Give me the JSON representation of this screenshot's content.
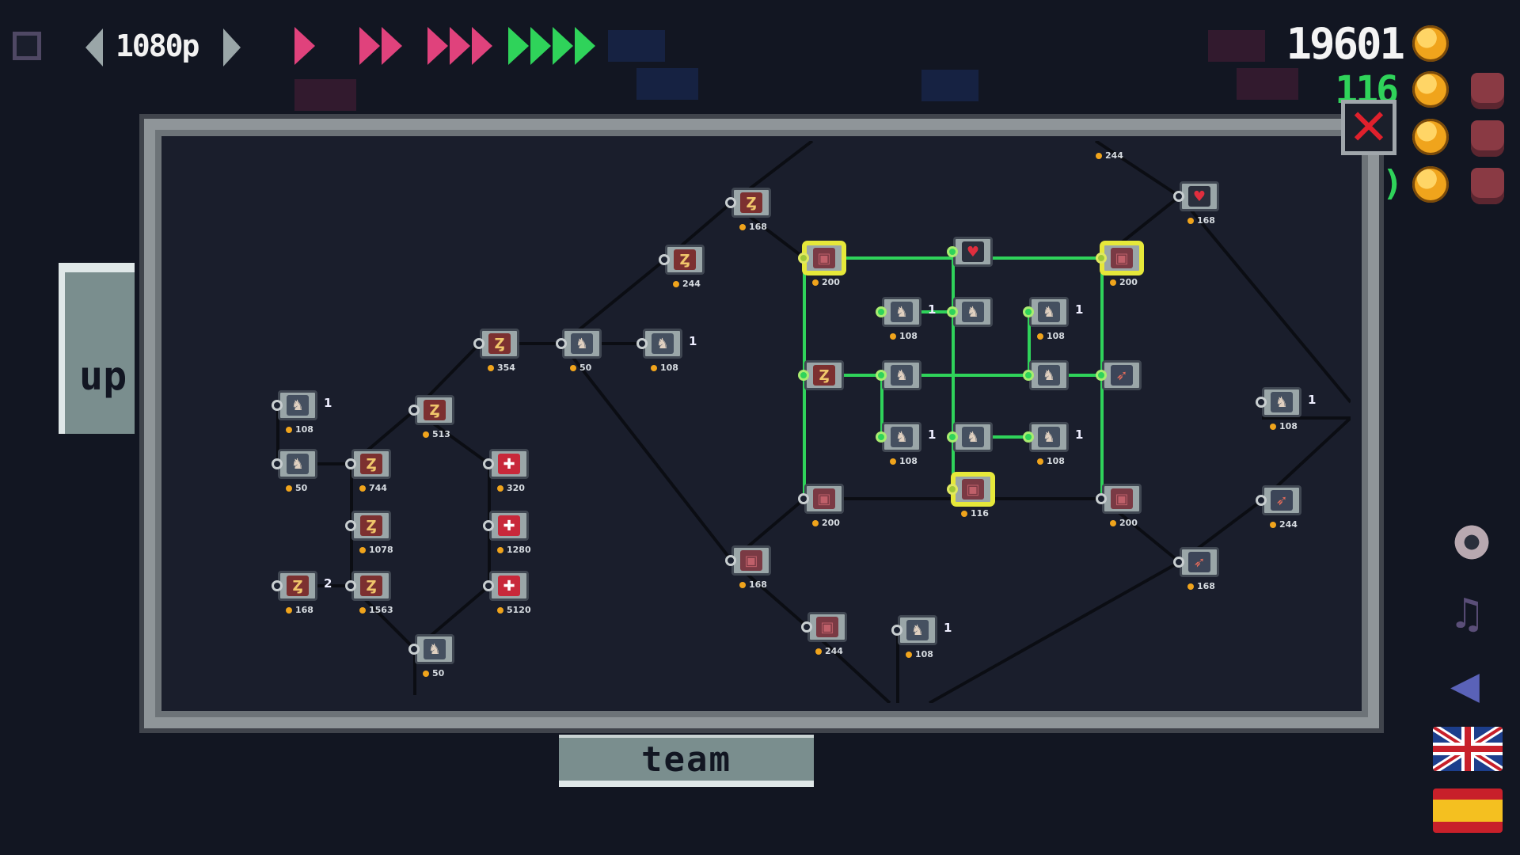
{
  "top_bar": {
    "resolution": "1080p",
    "money": "19601",
    "secondary_value": "116",
    "secondary_suffix": ")"
  },
  "tabs": {
    "upgrades_tab": "up",
    "team_tab": "team"
  },
  "colors": {
    "background": "#121622",
    "panel_frame": "#8f9599",
    "active_link": "#2fd35a",
    "selected_node": "#e6e83a",
    "speed_pink": "#e0427c",
    "speed_green": "#2fd35a"
  },
  "tree": {
    "nodes": [
      {
        "icon": "spearman-icon",
        "price": "108",
        "level": "1"
      },
      {
        "icon": "spearman-icon",
        "price": "50",
        "level": ""
      },
      {
        "icon": "speed-boot-icon",
        "price": "744",
        "level": ""
      },
      {
        "icon": "speed-boot-icon",
        "price": "1078",
        "level": ""
      },
      {
        "icon": "speed-boot-icon",
        "price": "1563",
        "level": ""
      },
      {
        "icon": "speed-boot-icon",
        "price": "168",
        "level": "2"
      },
      {
        "icon": "speed-boot-icon",
        "price": "513",
        "level": ""
      },
      {
        "icon": "speed-boot-icon",
        "price": "354",
        "level": ""
      },
      {
        "icon": "health-cross-icon",
        "price": "320",
        "level": ""
      },
      {
        "icon": "health-cross-icon",
        "price": "1280",
        "level": ""
      },
      {
        "icon": "health-cross-icon",
        "price": "5120",
        "level": ""
      },
      {
        "icon": "archer-unit-icon",
        "price": "50",
        "level": ""
      },
      {
        "icon": "warrior-unit-icon",
        "price": "50",
        "level": ""
      },
      {
        "icon": "warrior-unit-icon",
        "price": "108",
        "level": "1"
      },
      {
        "icon": "speed-boot-icon",
        "price": "244",
        "level": ""
      },
      {
        "icon": "speed-boot-icon",
        "price": "168",
        "level": ""
      },
      {
        "icon": "armor-icon",
        "price": "200",
        "level": ""
      },
      {
        "icon": "heart-icon",
        "price": "",
        "level": ""
      },
      {
        "icon": "armor-icon",
        "price": "200",
        "level": ""
      },
      {
        "icon": "heart-icon",
        "price": "168",
        "level": ""
      },
      {
        "icon": "knight-unit-icon",
        "price": "108",
        "level": "1"
      },
      {
        "icon": "knight-unit-icon",
        "price": "",
        "level": ""
      },
      {
        "icon": "archer-unit-icon",
        "price": "108",
        "level": "1"
      },
      {
        "icon": "speed-boot-icon",
        "price": "",
        "level": ""
      },
      {
        "icon": "warrior-unit-icon",
        "price": "",
        "level": ""
      },
      {
        "icon": "archer-unit-icon",
        "price": "",
        "level": ""
      },
      {
        "icon": "bow-icon",
        "price": "",
        "level": ""
      },
      {
        "icon": "warrior-unit-icon",
        "price": "108",
        "level": "1"
      },
      {
        "icon": "mage-unit-icon",
        "price": "",
        "level": ""
      },
      {
        "icon": "mage-unit-icon",
        "price": "108",
        "level": "1"
      },
      {
        "icon": "armor-icon",
        "price": "200",
        "level": ""
      },
      {
        "icon": "shield-icon",
        "price": "116",
        "level": ""
      },
      {
        "icon": "armor-icon",
        "price": "200",
        "level": ""
      },
      {
        "icon": "shield-icon",
        "price": "168",
        "level": ""
      },
      {
        "icon": "shield-icon",
        "price": "244",
        "level": ""
      },
      {
        "icon": "golem-unit-icon",
        "price": "108",
        "level": "1"
      },
      {
        "icon": "warrior-unit-icon",
        "price": "108",
        "level": "1"
      },
      {
        "icon": "bow-icon",
        "price": "244",
        "level": ""
      },
      {
        "icon": "bow-icon",
        "price": "168",
        "level": ""
      }
    ],
    "partial_price": "244"
  }
}
